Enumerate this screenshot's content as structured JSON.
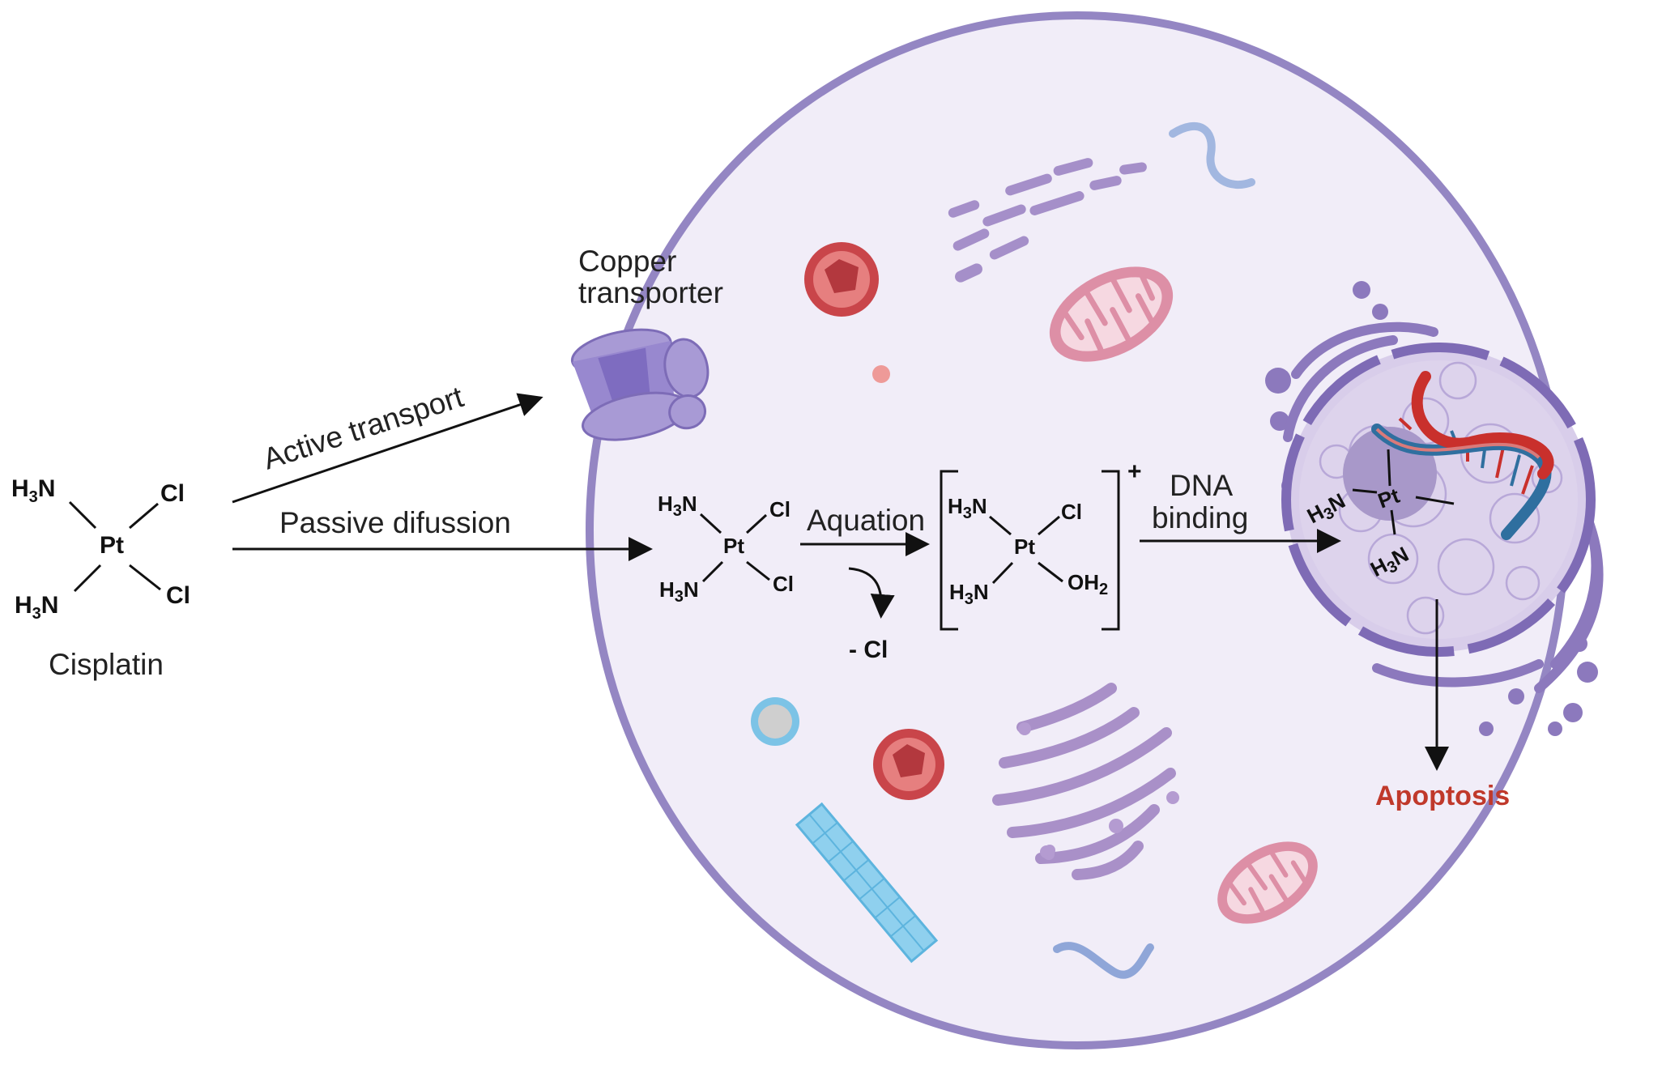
{
  "cisplatin": {
    "h3n_top": "H",
    "h3n_bottom": "H",
    "sub3": "3",
    "n": "N",
    "pt": "Pt",
    "cl": "Cl",
    "name": "Cisplatin"
  },
  "pathways": {
    "active_transport": "Active transport",
    "passive_diffusion": "Passive difussion"
  },
  "copper_transporter": {
    "line1": "Copper",
    "line2": "transporter"
  },
  "intracellular": {
    "aquation": "Aquation",
    "minus_cl": "- Cl",
    "oh": "OH",
    "sub2": "2",
    "charge": "+",
    "dna_line1": "DNA",
    "dna_line2": "binding"
  },
  "outcome": {
    "apoptosis": "Apoptosis"
  },
  "colors": {
    "cell_fill": "#f1edf8",
    "cell_membrane": "#9486c3",
    "apoptosis": "#c0392b",
    "dna_red": "#c9302c",
    "dna_blue": "#2f6f9f",
    "mitochondria": "#dd8fa6",
    "organelle_purple": "#a58fc9"
  }
}
